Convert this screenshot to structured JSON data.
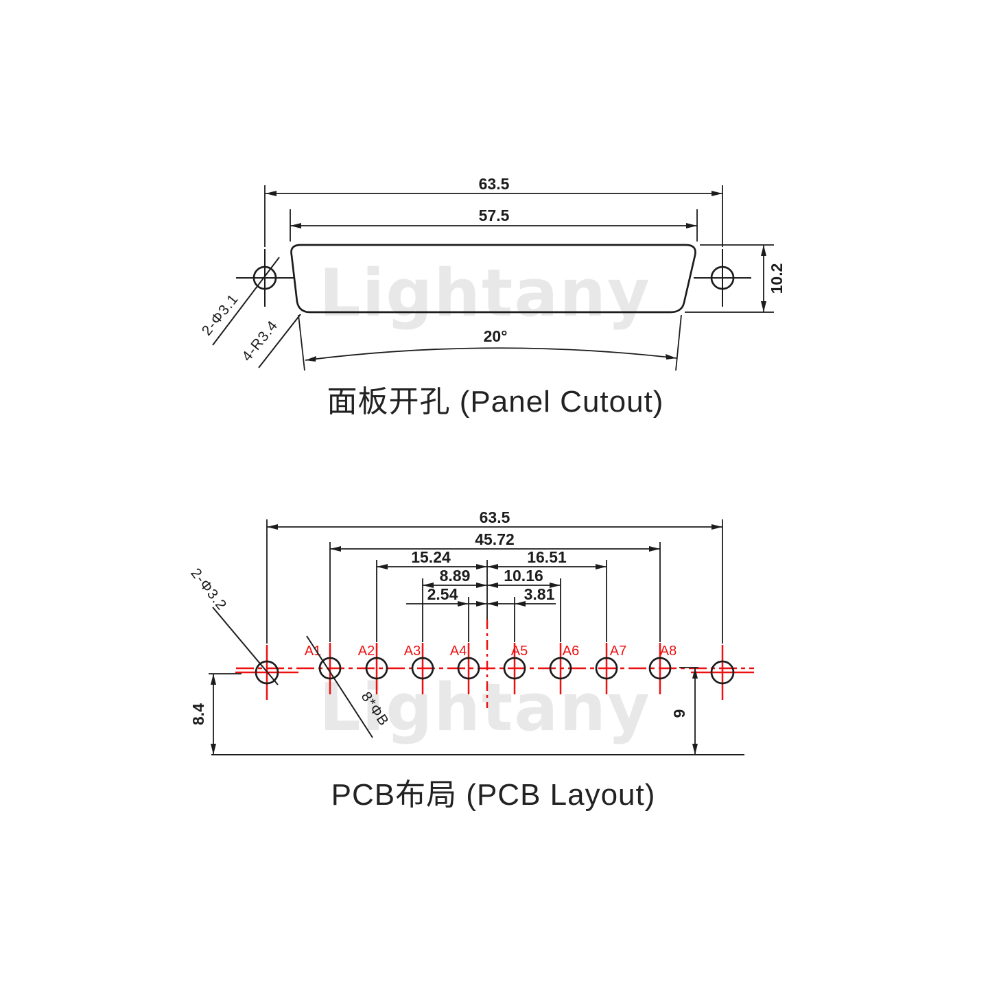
{
  "watermark": {
    "text": "Lightany"
  },
  "panel_cutout": {
    "title": "面板开孔 (Panel Cutout)",
    "dim_width_outer": "63.5",
    "dim_width_inner": "57.5",
    "dim_height": "10.2",
    "dim_angle": "20°",
    "label_mounting_holes": "2-Φ3.1",
    "label_corner_radius": "4-R3.4"
  },
  "pcb_layout": {
    "title": "PCB布局 (PCB Layout)",
    "dim_hole_span": "63.5",
    "dim_pin_span": "45.72",
    "dim_a2_to_center": "15.24",
    "dim_center_to_a7": "16.51",
    "dim_a3_to_center": "8.89",
    "dim_center_to_a6": "10.16",
    "dim_a4_to_center": "2.54",
    "dim_center_to_a5": "3.81",
    "dim_hole_to_edge": "8.4",
    "dim_pin_to_edge": "9",
    "label_mounting_holes": "2-Φ3.2",
    "label_pin_diameter": "8*ΦB",
    "pins": [
      {
        "label": "A1"
      },
      {
        "label": "A2"
      },
      {
        "label": "A3"
      },
      {
        "label": "A4"
      },
      {
        "label": "A5"
      },
      {
        "label": "A6"
      },
      {
        "label": "A7"
      },
      {
        "label": "A8"
      }
    ]
  }
}
